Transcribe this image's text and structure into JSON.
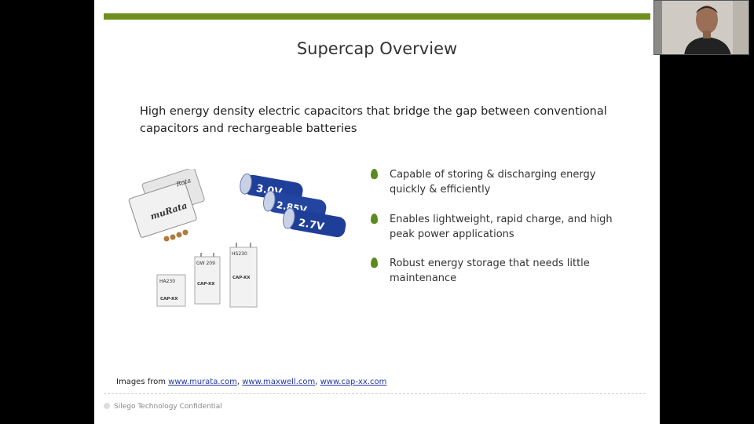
{
  "slide": {
    "title": "Supercap Overview",
    "lead": "High energy density electric capacitors that bridge the gap between conventional capacitors and rechargeable batteries",
    "bullets": [
      "Capable of storing & discharging energy quickly & efficiently",
      "Enables lightweight, rapid charge, and high peak power applications",
      "Robust energy storage that needs little maintenance"
    ],
    "credits": {
      "prefix": "Images from",
      "links": [
        "www.murata.com",
        "www.maxwell.com",
        "www.cap-xx.com"
      ]
    },
    "footer": "Silego Technology Confidential",
    "accent_color": "#6f8f1e",
    "image_labels": {
      "murata": "muRata",
      "cell1": "3.0V",
      "cell2": "2.85V",
      "cell3": "2.7V",
      "capx1": "HA230",
      "capx2": "GW 209",
      "capx3": "HS230",
      "capx_brand": "CAP-XX"
    }
  }
}
